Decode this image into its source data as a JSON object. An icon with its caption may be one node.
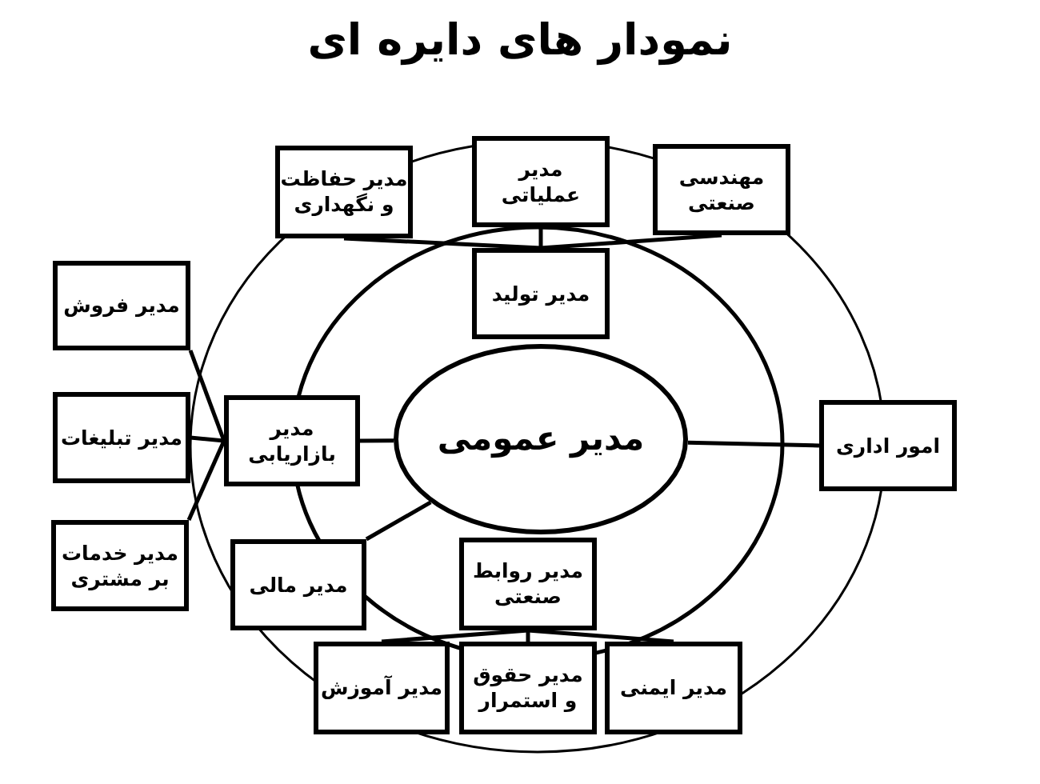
{
  "diagram": {
    "title": "نمودار های دایره ای",
    "nodes": [
      {
        "text": [
          "مدیر عمومی"
        ]
      },
      {
        "text": [
          "مدیر تولید"
        ]
      },
      {
        "text": [
          "مدیر حفاظت و نگهداری"
        ]
      },
      {
        "text": [
          "مدیر عملیاتی"
        ]
      },
      {
        "text": [
          "مهندسی صنعتی"
        ]
      },
      {
        "text": [
          "مدیر فروش"
        ]
      },
      {
        "text": [
          "مدیر تبلیغات"
        ]
      },
      {
        "text": [
          "مدیر خدمات بر مشتری"
        ]
      },
      {
        "text": [
          "مدیر بازاریابی"
        ]
      },
      {
        "text": [
          "امور اداری"
        ]
      },
      {
        "text": [
          "مدیر مالی"
        ]
      },
      {
        "text": [
          "مدیر روابط صنعتی"
        ]
      },
      {
        "text": [
          "مدیر آموزش"
        ]
      },
      {
        "text": [
          "مدیر حقوق و استمرار"
        ]
      },
      {
        "text": [
          "مدیر ایمنی"
        ]
      }
    ],
    "edges": [
      {
        "from": 0,
        "to": 8,
        "arrow": "none"
      },
      {
        "from": 0,
        "to": 9,
        "arrow": "none"
      },
      {
        "from": 0,
        "to": 10,
        "arrow": "none"
      },
      {
        "from": 1,
        "to": 2,
        "arrow": "none"
      },
      {
        "from": 1,
        "to": 3,
        "arrow": "none"
      },
      {
        "from": 1,
        "to": 4,
        "arrow": "none"
      },
      {
        "from": 8,
        "to": 5,
        "arrow": "none"
      },
      {
        "from": 8,
        "to": 6,
        "arrow": "none"
      },
      {
        "from": 8,
        "to": 7,
        "arrow": "none"
      },
      {
        "from": 11,
        "to": 12,
        "arrow": "none"
      },
      {
        "from": 11,
        "to": 13,
        "arrow": "none"
      },
      {
        "from": 11,
        "to": 14,
        "arrow": "none"
      }
    ]
  }
}
